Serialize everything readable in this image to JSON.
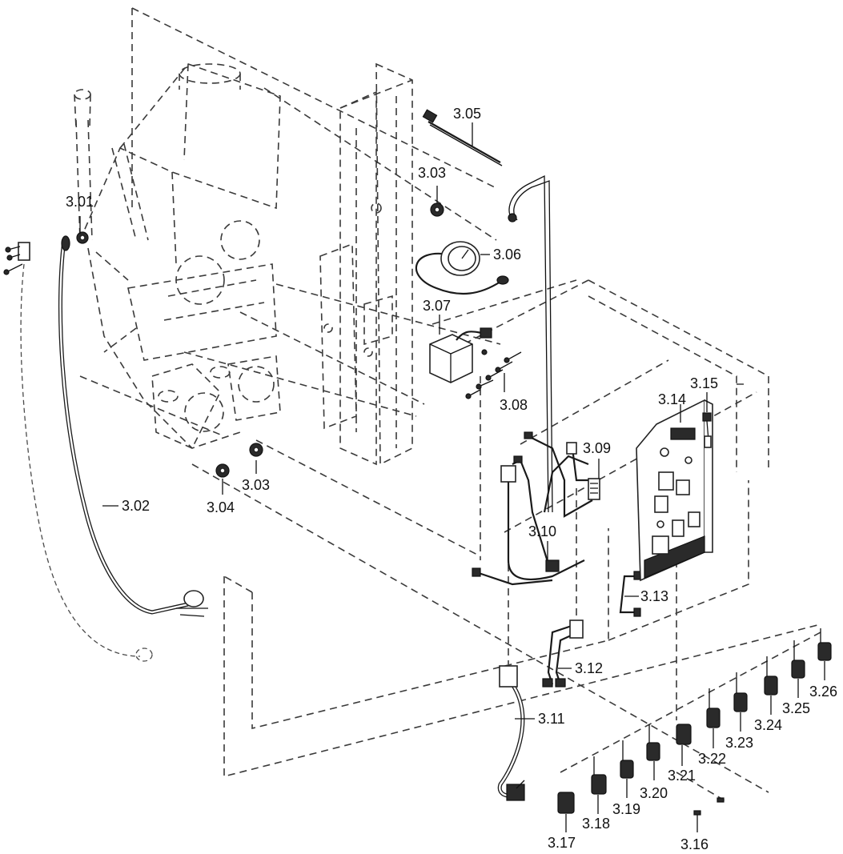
{
  "labels": {
    "p301": "3.01",
    "p302": "3.02",
    "p303a": "3.03",
    "p303b": "3.03",
    "p304": "3.04",
    "p305": "3.05",
    "p306": "3.06",
    "p307": "3.07",
    "p308": "3.08",
    "p309": "3.09",
    "p310": "3.10",
    "p311": "3.11",
    "p312": "3.12",
    "p313": "3.13",
    "p314": "3.14",
    "p315": "3.15",
    "p316": "3.16",
    "p317": "3.17",
    "p318": "3.18",
    "p319": "3.19",
    "p320": "3.20",
    "p321": "3.21",
    "p322": "3.22",
    "p323": "3.23",
    "p324": "3.24",
    "p325": "3.25",
    "p326": "3.26"
  }
}
